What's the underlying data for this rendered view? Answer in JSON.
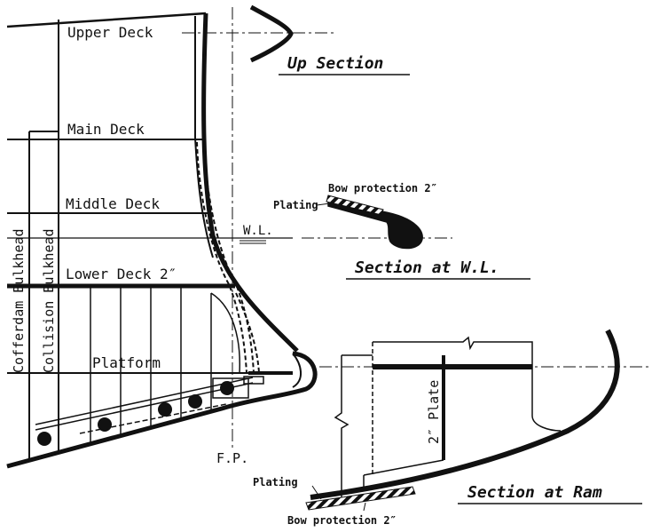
{
  "decks": {
    "upper": "Upper Deck",
    "main": "Main Deck",
    "middle": "Middle Deck",
    "lower": "Lower Deck 2″",
    "platform": "Platform"
  },
  "bulkheads": {
    "cofferdam": "Cofferdam Bulkhead",
    "collision": "Collision Bulkhead"
  },
  "markers": {
    "waterline": "W.L.",
    "forward_perpendicular": "F.P."
  },
  "sections": {
    "up": {
      "title": "Up Section"
    },
    "waterline": {
      "title": "Section at W.L.",
      "bow_protection": "Bow protection 2″",
      "plating": "Plating"
    },
    "ram": {
      "title": "Section at Ram",
      "plate": "2″ Plate",
      "plating": "Plating",
      "bow_protection": "Bow protection 2″"
    }
  }
}
